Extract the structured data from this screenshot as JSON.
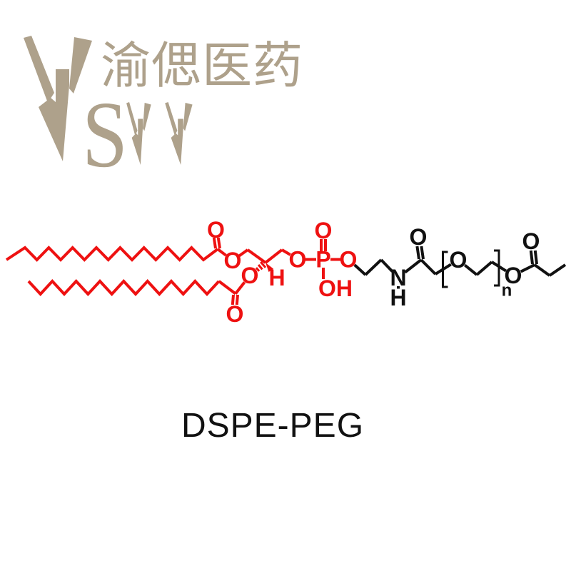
{
  "brand": {
    "name_cn": "渝偲医药",
    "letter_s": "S",
    "logo_color": "#aea18b"
  },
  "compound": {
    "name": "DSPE-PEG"
  },
  "molecule": {
    "dspe_color": "#ee1111",
    "peg_color": "#111111",
    "atoms": {
      "o_carbonyl_top": "O",
      "o_ester_top": "O",
      "o_ester_bottom": "O",
      "h_stereo": "H",
      "o_carbonyl_bottom": "O",
      "o_phosphate_left": "O",
      "p_phosphorus": "P",
      "o_phosphate_top": "O",
      "oh_hydroxyl": "OH",
      "o_phosphate_right": "O",
      "n_amide": "N",
      "h_amide": "H",
      "o_amide_carbonyl": "O",
      "o_peg_repeat": "O",
      "n_repeat_subscript": "n",
      "o_peg_end": "O",
      "o_ester_right_carbonyl": "O"
    }
  }
}
